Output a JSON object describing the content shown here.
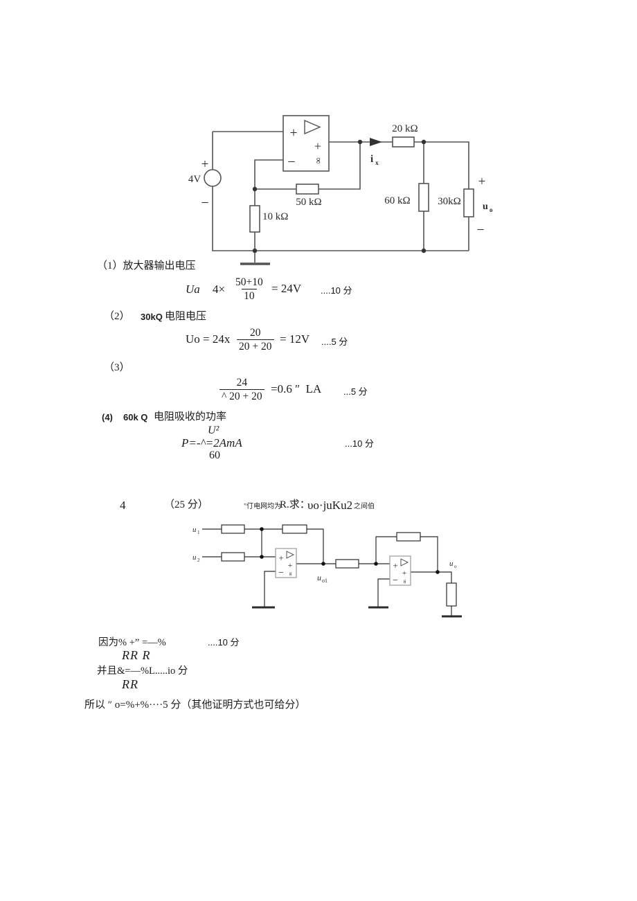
{
  "page": {
    "background": "#ffffff"
  },
  "circuit1": {
    "source_label": "4V",
    "source_plus": "+",
    "source_minus": "−",
    "r20k": "20 kΩ",
    "r50k": "50 kΩ",
    "r10k": "10 kΩ",
    "r60k": "60 kΩ",
    "r30k": "30kΩ",
    "ix_base": "i",
    "ix_sub": "x",
    "uo_base": "u",
    "uo_sub": "o",
    "uo_plus": "+",
    "uo_minus": "−",
    "opamp": {
      "in_plus": "+",
      "in_minus": "−",
      "out_plus": "+",
      "gain": "∞"
    }
  },
  "solution1": {
    "s1_title": "（1）放大器输出电压",
    "f1_lhs": "Ua",
    "f1_mult": "4×",
    "f1_num": "50+10",
    "f1_den": "10",
    "f1_rhs": "= 24V",
    "f1_score": "....10 分",
    "s2_title": "（2）",
    "s2_res": "30kQ",
    "s2_rest": "电阻电压",
    "f2_lhs": "Uo = 24x",
    "f2_num": "20",
    "f2_den": "20 + 20",
    "f2_rhs": "= 12V",
    "f2_score": "....5 分",
    "s3_title": "（3）",
    "f3_num": "24",
    "f3_den": "^ 20 + 20",
    "f3_rhs": "=0.6 ″  LA",
    "f3_score": "...5 分",
    "s4_title": "(4)",
    "s4_res": "60k Q",
    "s4_rest": "电阻吸收的功率",
    "f4_num": "U²",
    "f4_mid": "P=-^=2AmA",
    "f4_den": "60",
    "f4_score": "...10 分"
  },
  "problem4": {
    "number": "4",
    "points": "（25 分）",
    "desc_small1": "\"仃电网均为",
    "desc_mid": "R.求：",
    "desc_big": "υo·juKu2",
    "desc_small2": "之间伯"
  },
  "circuit2": {
    "u1_base": "u",
    "u1_sub": "1",
    "u2_base": "u",
    "u2_sub": "2",
    "uo1_base": "u",
    "uo1_sub": "o1",
    "uo1_color": "#b5364f",
    "uo_base": "u",
    "uo_sub": "o",
    "opamp1": {
      "in_plus": "+",
      "in_minus": "−",
      "out_plus": "+",
      "gain": "∞"
    },
    "opamp2": {
      "in_plus": "+",
      "in_minus": "−",
      "out_plus": "+",
      "gain": "∞"
    }
  },
  "solution4": {
    "l1": "因为% +” =—%",
    "l1_score": "....10 分",
    "l2": "RR R",
    "l3": "并且&=—%L.....io 分",
    "l4": "RR",
    "l5": "所以 ″ o=%+%····5 分（其他证明方式也可给分）"
  }
}
